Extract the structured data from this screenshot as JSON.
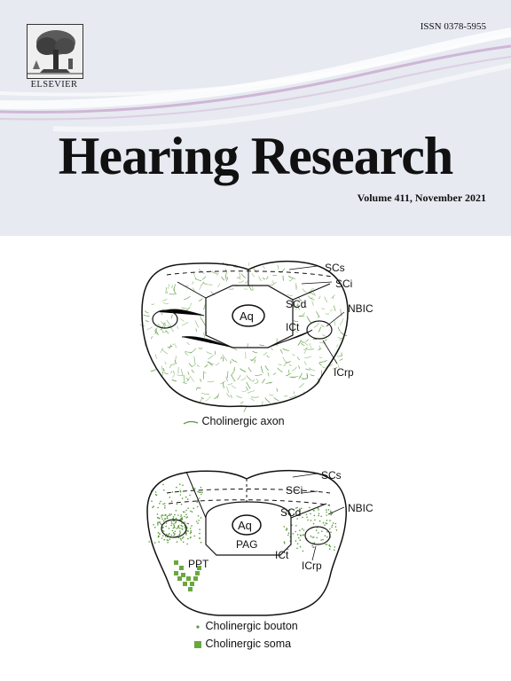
{
  "journal": {
    "title": "Hearing Research",
    "issn": "ISSN 0378-5955",
    "volume_line": "Volume 411, November 2021",
    "publisher": "ELSEVIER"
  },
  "figure_top": {
    "labels": {
      "scs": "SCs",
      "sci": "SCi",
      "scd": "SCd",
      "nbic": "NBIC",
      "aq": "Aq",
      "ict": "ICt",
      "icrp": "ICrp"
    },
    "legend": "Cholinergic axon"
  },
  "figure_bottom": {
    "labels": {
      "scs": "SCs",
      "sci": "SCi",
      "scd": "SCd",
      "nbic": "NBIC",
      "aq": "Aq",
      "pag": "PAG",
      "ict": "ICt",
      "icrp": "ICrp",
      "ppt": "PPT"
    },
    "legend_bouton": "Cholinergic bouton",
    "legend_soma": "Cholinergic soma"
  },
  "colors": {
    "header_bg": "#e7eaf1",
    "swoosh": "#c9a9cf",
    "axon_green": "#5a9a3c",
    "soma_green": "#6aa83f"
  }
}
